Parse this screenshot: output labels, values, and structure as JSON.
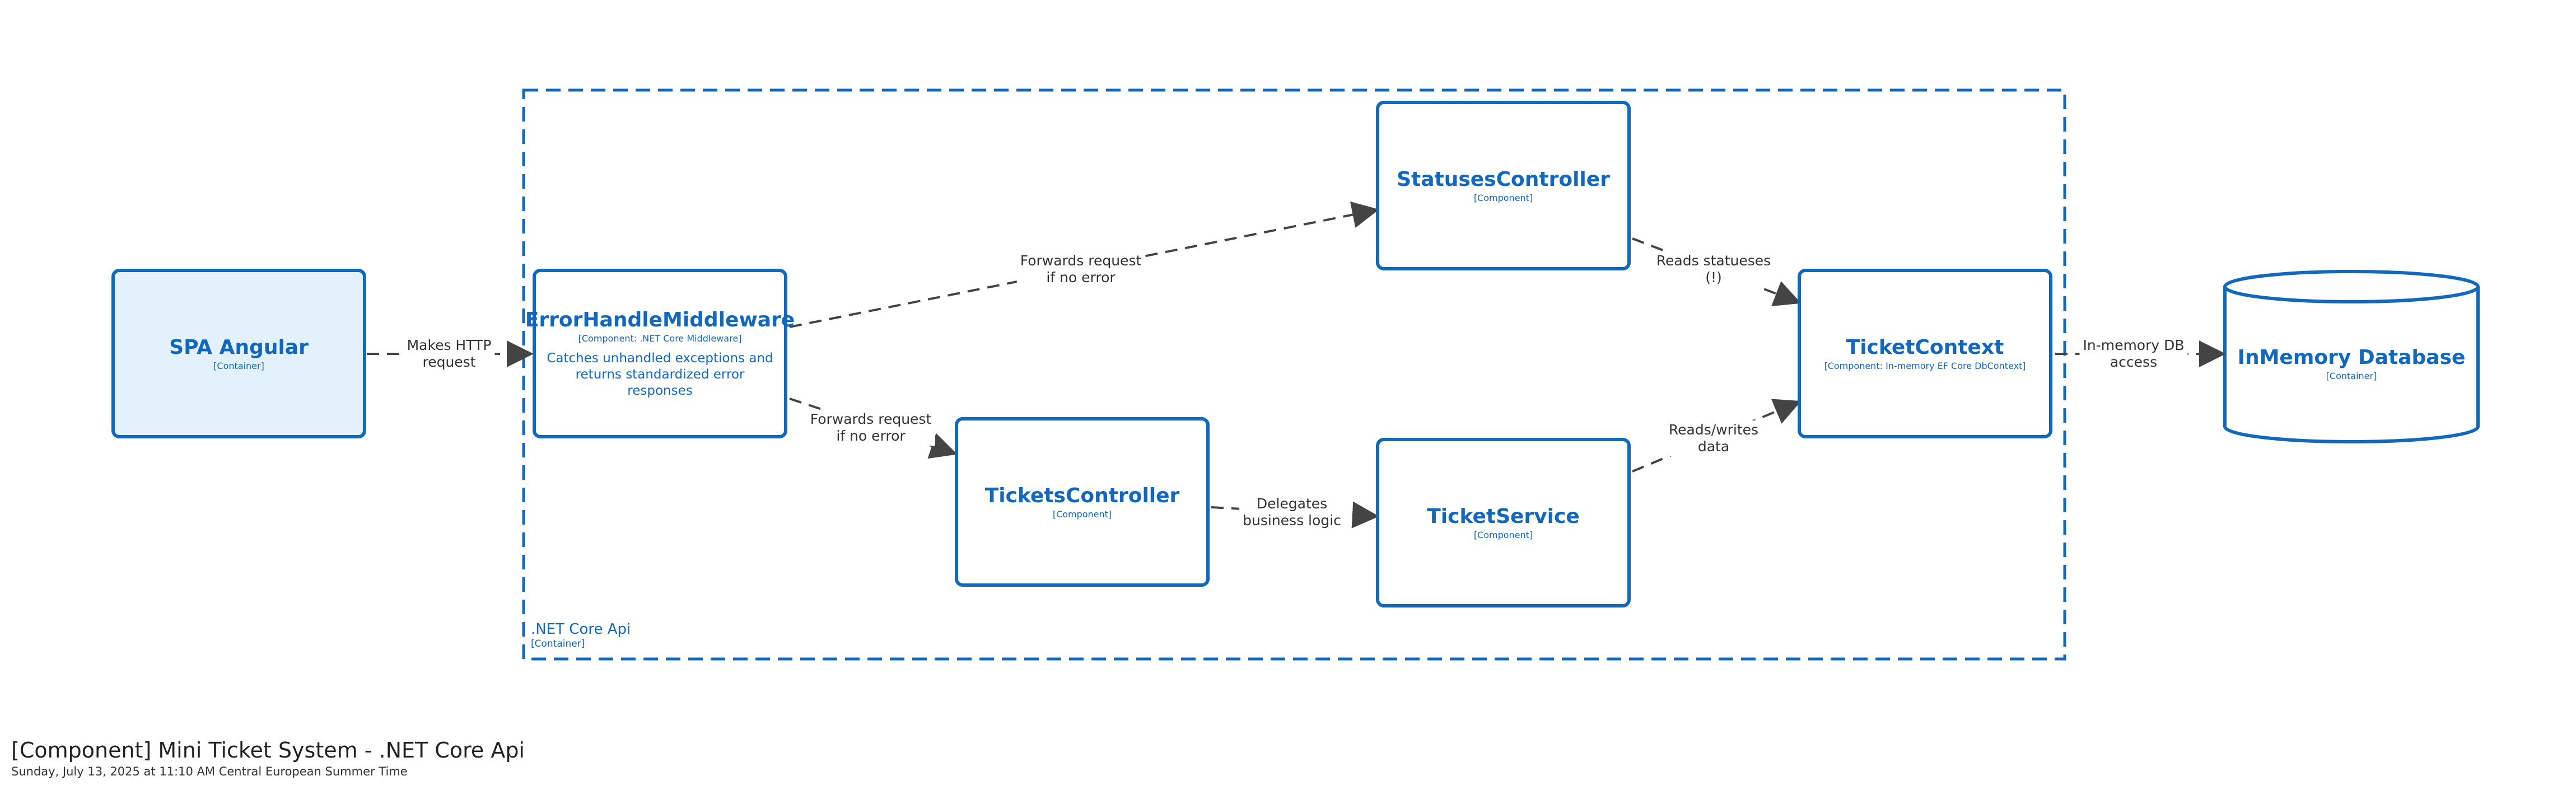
{
  "boundary": {
    "name": ".NET Core Api",
    "type": "[Container]"
  },
  "nodes": {
    "spa": {
      "name": "SPA Angular",
      "type": "[Container]"
    },
    "middleware": {
      "name": "ErrorHandleMiddleware",
      "type": "[Component: .NET Core Middleware]",
      "description": "Catches unhandled exceptions and returns standardized error responses"
    },
    "statuses_controller": {
      "name": "StatusesController",
      "type": "[Component]"
    },
    "tickets_controller": {
      "name": "TicketsController",
      "type": "[Component]"
    },
    "ticket_service": {
      "name": "TicketService",
      "type": "[Component]"
    },
    "ticket_context": {
      "name": "TicketContext",
      "type": "[Component: In-memory EF Core DbContext]"
    },
    "database": {
      "name": "InMemory Database",
      "type": "[Container]"
    }
  },
  "edges": {
    "spa_to_middleware": "Makes HTTP\nrequest",
    "middleware_to_statuses": "Forwards request\nif no error",
    "middleware_to_tickets": "Forwards request\nif no error",
    "tickets_to_service": "Delegates\nbusiness logic",
    "statuses_to_context": "Reads statueses\n(!)",
    "service_to_context": "Reads/writes\ndata",
    "context_to_database": "In-memory DB\naccess"
  },
  "footer": {
    "title": "[Component] Mini Ticket System - .NET Core Api",
    "subtitle": "Sunday, July 13, 2025 at 11:10 AM Central European Summer Time"
  },
  "colors": {
    "primary": "#1168bd",
    "container_fill": "#e3f1fc",
    "edge": "#444444",
    "text": "#333333"
  }
}
